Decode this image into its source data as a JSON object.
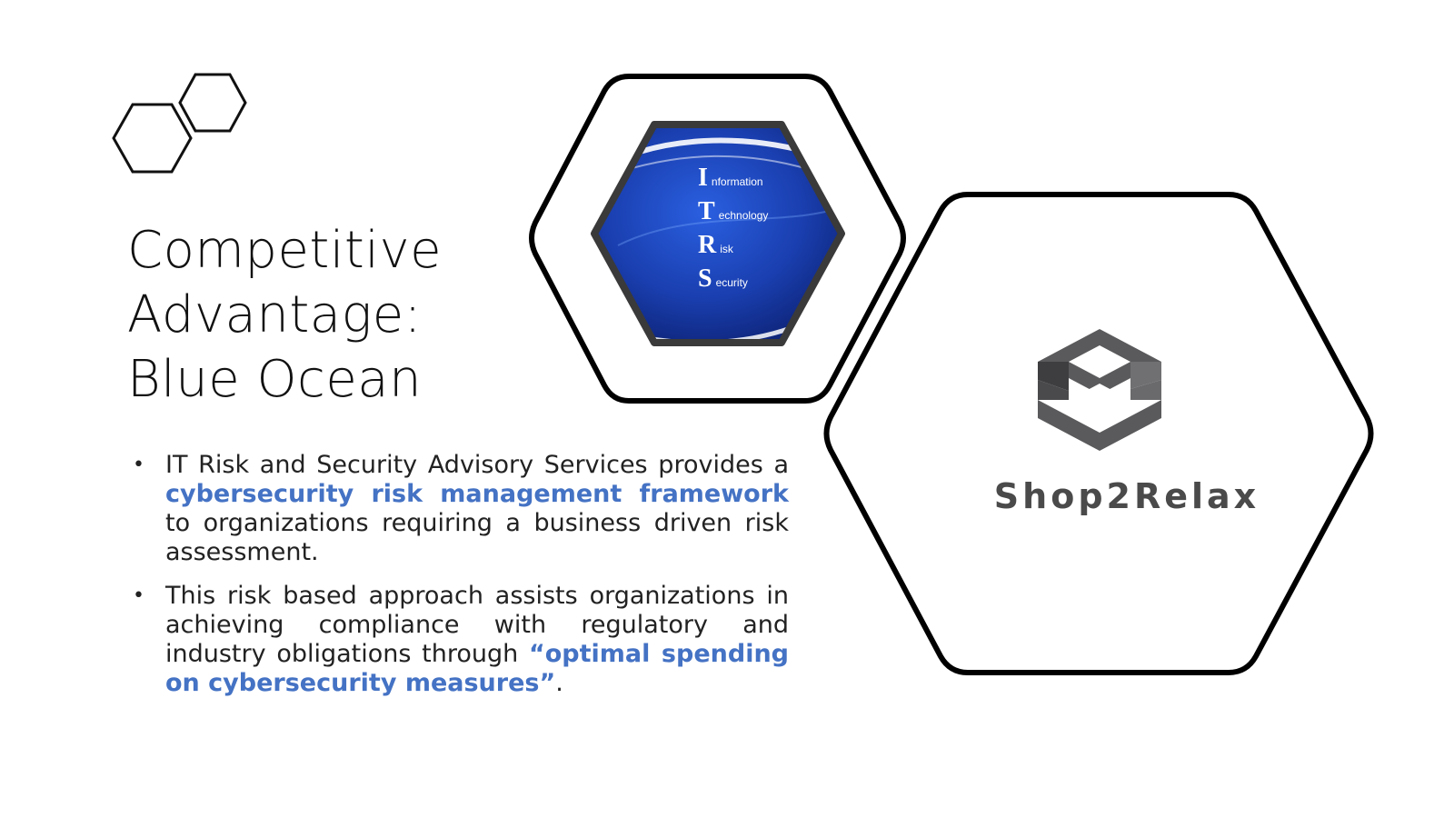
{
  "slide": {
    "title_lines": [
      "Competitive",
      "Advantage:",
      "Blue Ocean"
    ],
    "bullets": [
      {
        "text_before": "IT Risk and Security Advisory Services provides a ",
        "highlight": "cybersecurity risk management framework",
        "text_after": " to organizations requiring a business driven risk assessment."
      },
      {
        "text_before": "This risk based approach assists organizations in achieving compliance with regulatory and industry obligations through ",
        "highlight": "“optimal spending on cybersecurity measures”",
        "text_after": "."
      }
    ],
    "bullet_glyph": "•"
  },
  "itrs_logo": {
    "rows": [
      {
        "initial": "I",
        "rest": "nformation"
      },
      {
        "initial": "T",
        "rest": "echnology"
      },
      {
        "initial": "R",
        "rest": "isk"
      },
      {
        "initial": "S",
        "rest": "ecurity"
      }
    ]
  },
  "shop_logo": {
    "text": "Shop2Relax",
    "icon": "isometric-interlocking-shape-icon"
  },
  "colors": {
    "highlight": "#4472c4",
    "text": "#222222",
    "logo_gray": "#4a4a4a",
    "itrs_blue": "#1a3fb0"
  }
}
